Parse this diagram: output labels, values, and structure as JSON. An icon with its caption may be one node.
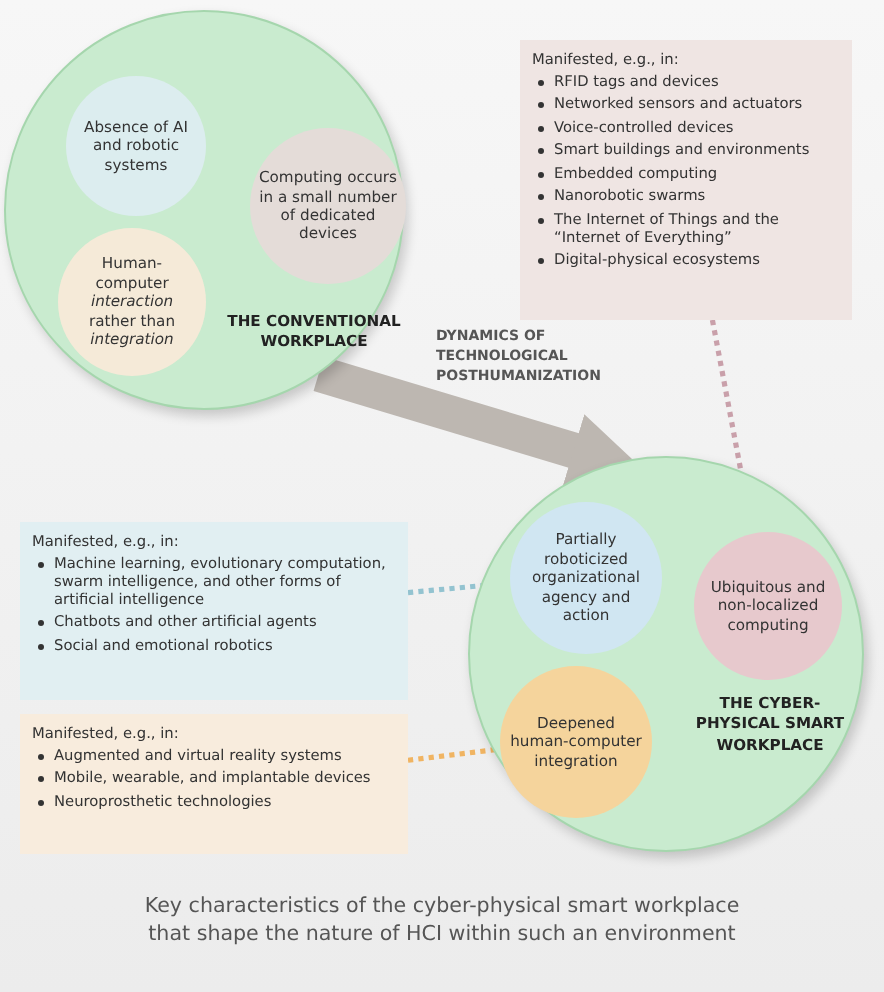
{
  "diagram": {
    "caption": "Key characteristics of the cyber-physical smart workplace that shape the nature of HCI within such an environment",
    "nodes": [
      {
        "text": [
          "THE CONVENTIONAL WORKPLACE"
        ]
      },
      {
        "text": [
          "Absence of AI and robotic systems"
        ],
        "in": 0
      },
      {
        "text": [
          "Computing occurs in a small number of dedicated devices"
        ],
        "in": 0
      },
      {
        "text": [
          "Human-computer *interaction* rather than *integration*"
        ],
        "in": 0
      },
      {
        "text": [
          "Manifested, e.g., in:",
          "RFID tags and devices",
          "Networked sensors and actuators",
          "Voice-controlled devices",
          "Smart buildings and environments",
          "Embedded computing",
          "Nanorobotic swarms",
          "The Internet of Things and the “Internet of Everything”",
          "Digital-physical ecosystems"
        ]
      },
      {
        "text": [
          "THE CYBER-PHYSICAL SMART WORKPLACE"
        ]
      },
      {
        "text": [
          "Partially roboticized organizational agency and action"
        ],
        "in": 5
      },
      {
        "text": [
          "Ubiquitous and non-localized computing"
        ],
        "in": 5
      },
      {
        "text": [
          "Deepened human-computer integration"
        ],
        "in": 5
      },
      {
        "text": [
          "Manifested, e.g., in:",
          "Machine learning, evolutionary computation, swarm intelligence, and other forms of artificial intelligence",
          "Chatbots and other artificial agents",
          "Social and emotional robotics"
        ]
      },
      {
        "text": [
          "Manifested, e.g., in:",
          "Augmented and virtual reality systems",
          "Mobile, wearable, and implantable devices",
          "Neuroprosthetic technologies"
        ]
      }
    ],
    "edges": [
      {
        "from": 0,
        "to": 5,
        "arrow": "to",
        "label": "DYNAMICS OF TECHNOLOGICAL POSTHUMANIZATION",
        "style": "thick",
        "color": "#bdb7b1"
      },
      {
        "from": 4,
        "to": 7,
        "arrow": "none",
        "style": "dashed",
        "color": "#c9a0aa"
      },
      {
        "from": 9,
        "to": 6,
        "arrow": "none",
        "style": "dashed",
        "color": "#93c3d0"
      },
      {
        "from": 10,
        "to": 8,
        "arrow": "none",
        "style": "dashed",
        "color": "#f0b462"
      }
    ]
  }
}
